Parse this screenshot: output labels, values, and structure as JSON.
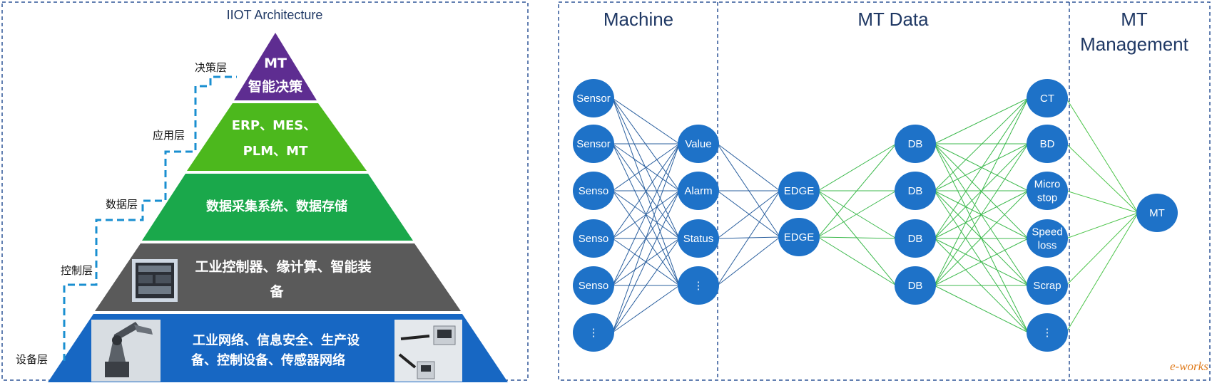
{
  "left_panel": {
    "title": "IIOT Architecture",
    "layers": [
      {
        "label": "决策层",
        "lines": [
          "MT",
          "智能决策"
        ],
        "color": "#5e2d91"
      },
      {
        "label": "应用层",
        "lines": [
          "ERP、MES、",
          "PLM、MT"
        ],
        "color": "#4cb81d"
      },
      {
        "label": "数据层",
        "lines": [
          "数据采集系统、数据存储"
        ],
        "color": "#1aa84b"
      },
      {
        "label": "控制层",
        "lines": [
          "工业控制器、缘计算、智能装",
          "备"
        ],
        "color": "#5a5a5a"
      },
      {
        "label": "设备层",
        "lines": [
          "工业网络、信息安全、生产设",
          "备、控制设备、传感器网络"
        ],
        "color": "#1767c3"
      }
    ],
    "step_line_color": "#1a8fd0"
  },
  "right_panel": {
    "headers": {
      "machine": "Machine",
      "mt_data": "MT Data",
      "mt_management": [
        "MT",
        "Management"
      ]
    },
    "node_color": "#1e72c8",
    "edge_colors": {
      "machine": "#2a5f9e",
      "data": "#3cb94c",
      "management": "#4cc44a"
    },
    "columns": {
      "sensors": [
        "Sensor",
        "Sensor",
        "Senso",
        "Senso",
        "Senso",
        "⋮"
      ],
      "signals": [
        "Value",
        "Alarm",
        "Status",
        "⋮"
      ],
      "edges": [
        "EDGE",
        "EDGE"
      ],
      "databases": [
        "DB",
        "DB",
        "DB",
        "DB"
      ],
      "metrics": [
        [
          "CT"
        ],
        [
          "BD"
        ],
        [
          "Micro",
          "stop"
        ],
        [
          "Speed",
          "loss"
        ],
        [
          "Scrap"
        ],
        [
          "⋮"
        ]
      ],
      "output": [
        "MT"
      ]
    },
    "watermark": "e-works"
  }
}
